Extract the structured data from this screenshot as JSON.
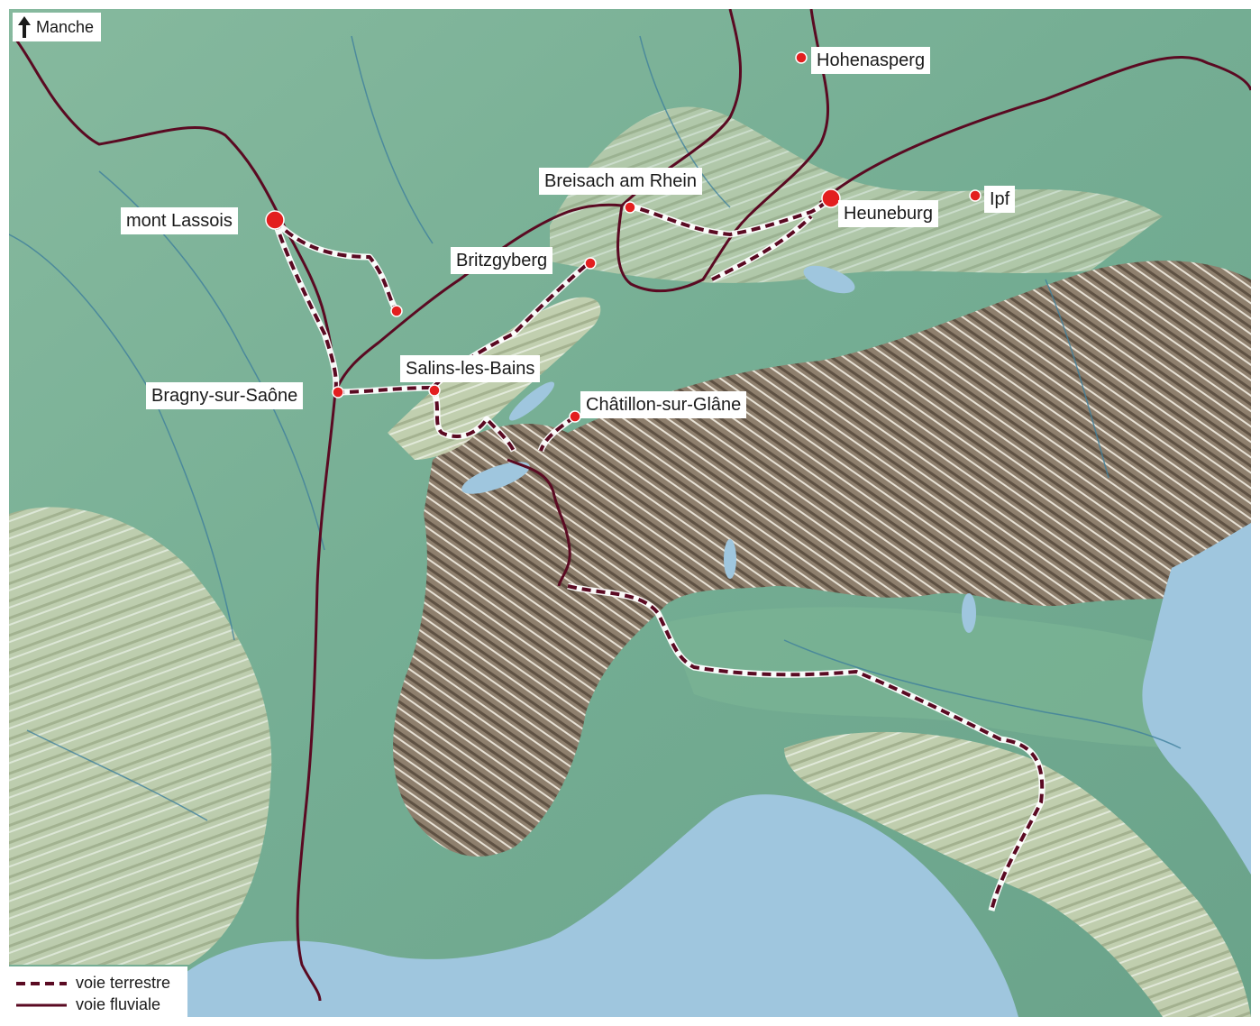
{
  "north": {
    "label": "Manche",
    "icon": "north-arrow-icon"
  },
  "sites": [
    {
      "id": "hohenasperg",
      "name": "Hohenasperg",
      "size": "small"
    },
    {
      "id": "breisach",
      "name": "Breisach am Rhein",
      "size": "small"
    },
    {
      "id": "heuneburg",
      "name": "Heuneburg",
      "size": "large"
    },
    {
      "id": "ipf",
      "name": "Ipf",
      "size": "small"
    },
    {
      "id": "mont-lassois",
      "name": "mont Lassois",
      "size": "large"
    },
    {
      "id": "britzgyberg",
      "name": "Britzgyberg",
      "size": "small"
    },
    {
      "id": "salins",
      "name": "Salins-les-Bains",
      "size": "small"
    },
    {
      "id": "bragny",
      "name": "Bragny-sur-Saône",
      "size": "small"
    },
    {
      "id": "chatillon",
      "name": "Châtillon-sur-Glâne",
      "size": "small"
    }
  ],
  "legend": {
    "land_route": "voie terrestre",
    "river_route": "voie fluviale"
  },
  "colors": {
    "route": "#5a0a22",
    "site": "#e31f1f",
    "lowland": "#7fb59a",
    "mountain": "#8a7a68",
    "sea": "#9fc6de"
  }
}
